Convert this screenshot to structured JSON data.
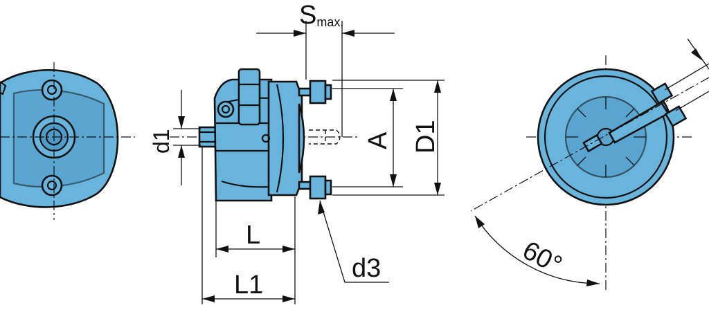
{
  "labels": {
    "s_main": "S",
    "s_sub": "max.",
    "a": "A",
    "d1_big": "D1",
    "d1_small": "d1",
    "d3": "d3",
    "l": "L",
    "l1": "L1",
    "angle": "60°"
  },
  "colors": {
    "body_fill": "#69b4dc",
    "body_shade": "#4f9cc8",
    "line": "#111111"
  }
}
